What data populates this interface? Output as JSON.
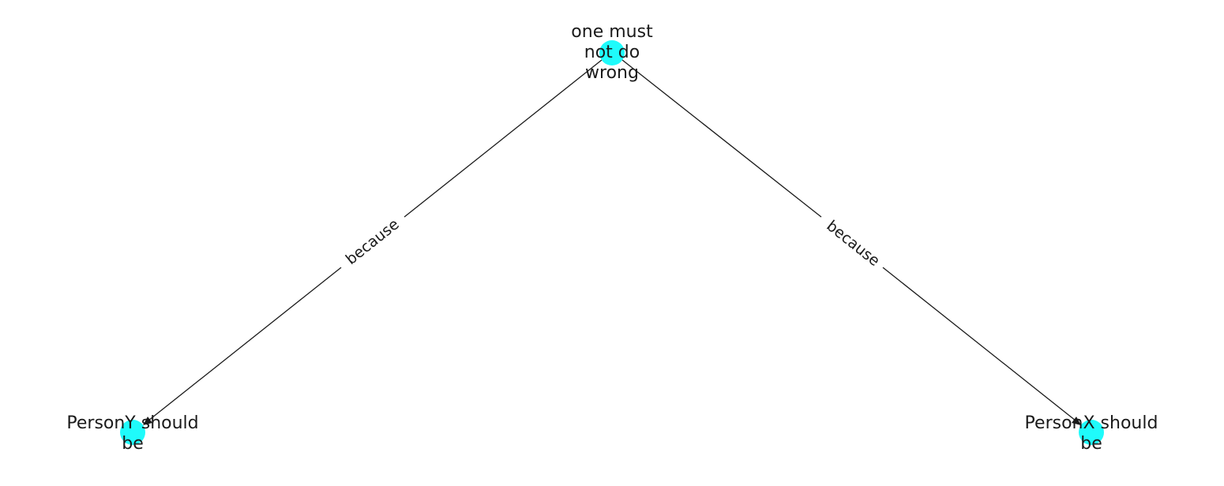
{
  "diagram": {
    "node_color": "#1ffbfb",
    "edge_color": "#1a1a1a",
    "nodes": [
      {
        "id": "top",
        "lines": [
          "one must",
          "not do",
          "wrong"
        ]
      },
      {
        "id": "left",
        "lines": [
          "PersonY should",
          "be"
        ]
      },
      {
        "id": "right",
        "lines": [
          "PersonX should",
          "be"
        ]
      }
    ],
    "edges": [
      {
        "from": "top",
        "to": "left",
        "label": "because"
      },
      {
        "from": "top",
        "to": "right",
        "label": "because"
      }
    ]
  }
}
